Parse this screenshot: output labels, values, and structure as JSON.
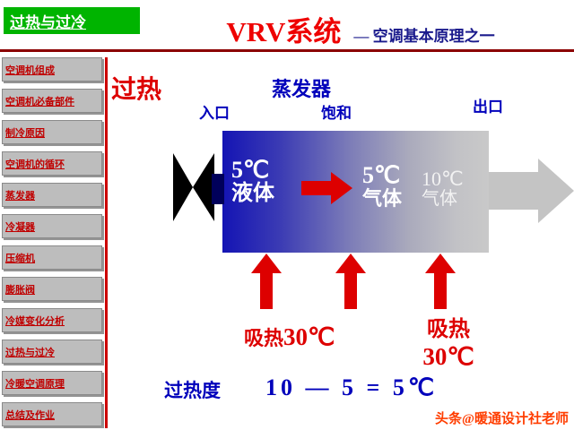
{
  "header": {
    "badge": "过热与过冷",
    "title": "VRV系统",
    "subtitle": "— 空调基本原理之一"
  },
  "sidebar": {
    "items": [
      {
        "label": "空调机组成"
      },
      {
        "label": "空调机必备部件"
      },
      {
        "label": "制冷原因"
      },
      {
        "label": "空调机的循环"
      },
      {
        "label": "蒸发器"
      },
      {
        "label": "冷凝器"
      },
      {
        "label": "压缩机"
      },
      {
        "label": "膨胀阀"
      },
      {
        "label": "冷媒变化分析"
      },
      {
        "label": "过热与过冷"
      },
      {
        "label": "冷暖空调原理"
      },
      {
        "label": "总结及作业"
      }
    ]
  },
  "diagram": {
    "section_heading": "过热",
    "evaporator_title": "蒸发器",
    "inlet": "入口",
    "saturated": "饱和",
    "outlet": "出口",
    "state_liquid": {
      "temp": "5℃",
      "phase": "液体"
    },
    "state_sat_gas": {
      "temp": "5℃",
      "phase": "气体"
    },
    "state_out_gas": {
      "temp": "10℃",
      "phase": "气体"
    },
    "heat_absorb_1": {
      "prefix": "吸热",
      "value": "30℃"
    },
    "heat_absorb_2": {
      "line1": "吸热",
      "line2": "30℃"
    },
    "superheat_label": "过热度",
    "equation": "10 — 5 = 5℃"
  },
  "colors": {
    "accent_red": "#dd0000",
    "accent_blue": "#0000bb",
    "badge_green": "#00b400",
    "divider_red": "#8b0000",
    "evaporator_gradient_start": "#1414b4",
    "evaporator_gradient_end": "#c9c9c9"
  },
  "watermark": "头条@暖通设计社老师"
}
